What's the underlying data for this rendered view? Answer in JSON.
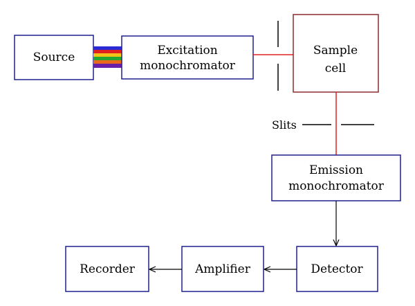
{
  "diagram": {
    "colors": {
      "box_border": "#1f1f8f",
      "sample_border": "#8b2a2a",
      "light_path": "#e02020",
      "arrow": "#000000",
      "slit": "#000000",
      "beam_stripes": [
        "#2b2bd6",
        "#e02020",
        "#f0c419",
        "#22a832",
        "#e86a1a",
        "#6a1fa8"
      ]
    },
    "nodes": {
      "source": "Source",
      "excitation_line1": "Excitation",
      "excitation_line2": "monochromator",
      "sample_line1": "Sample",
      "sample_line2": "cell",
      "emission_line1": "Emission",
      "emission_line2": "monochromator",
      "detector": "Detector",
      "amplifier": "Amplifier",
      "recorder": "Recorder"
    },
    "labels": {
      "slits": "Slits"
    }
  }
}
